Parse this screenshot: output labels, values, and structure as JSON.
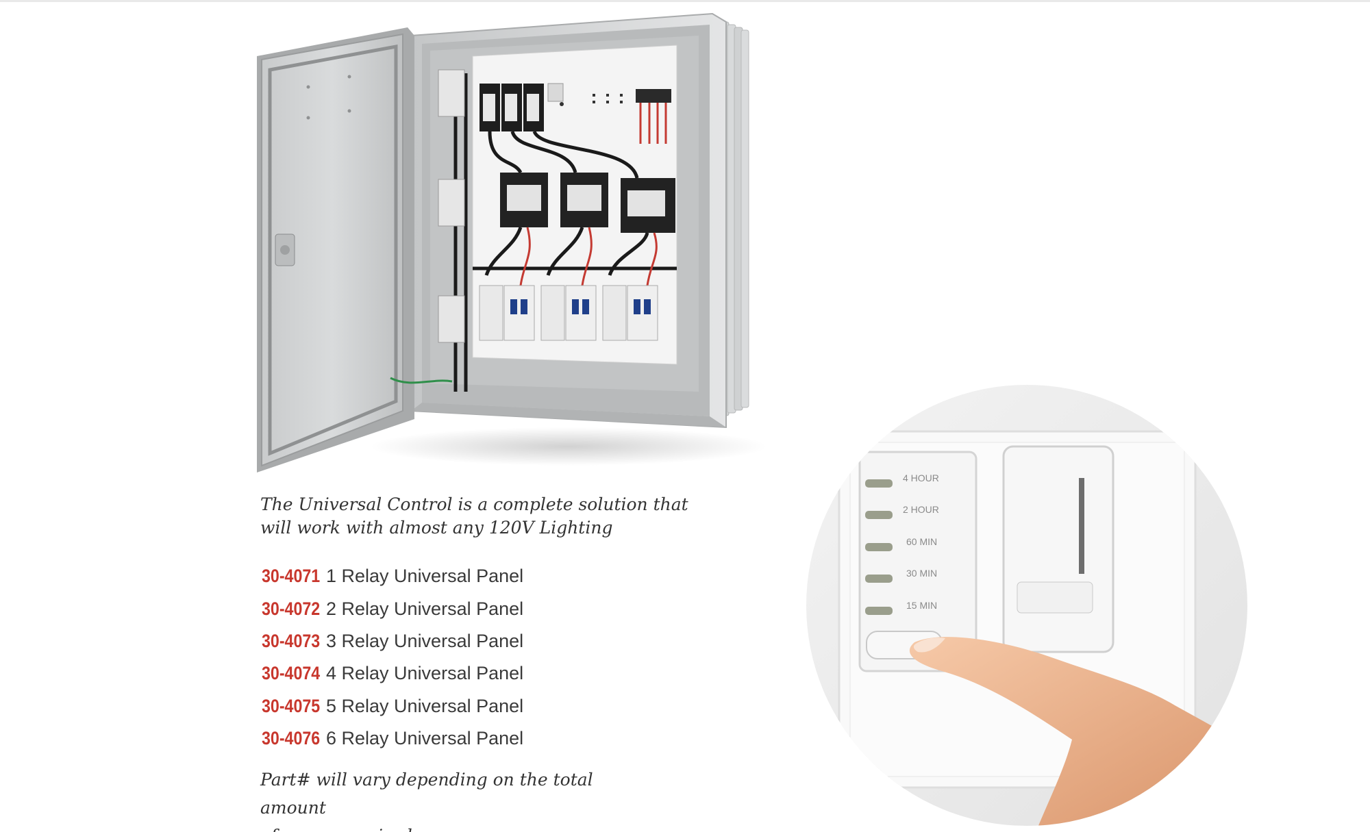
{
  "intro": {
    "line1": "The Universal Control is a complete solution that",
    "line2": "will work with almost any 120V Lighting"
  },
  "parts": [
    {
      "number": "30-4071",
      "description": "1 Relay Universal Panel"
    },
    {
      "number": "30-4072",
      "description": "2 Relay Universal Panel"
    },
    {
      "number": "30-4073",
      "description": "3 Relay Universal Panel"
    },
    {
      "number": "30-4074",
      "description": "4 Relay Universal Panel"
    },
    {
      "number": "30-4075",
      "description": "5 Relay Universal Panel"
    },
    {
      "number": "30-4076",
      "description": "6 Relay Universal Panel"
    }
  ],
  "note": {
    "line1": "Part# will vary depending on the total amount",
    "line2": "of zones required."
  },
  "timer": {
    "options": [
      "4 HOUR",
      "2 HOUR",
      "60 MIN",
      "30 MIN",
      "15 MIN"
    ]
  },
  "colors": {
    "accent": "#c8372d",
    "body_text": "#3a3a3a"
  }
}
